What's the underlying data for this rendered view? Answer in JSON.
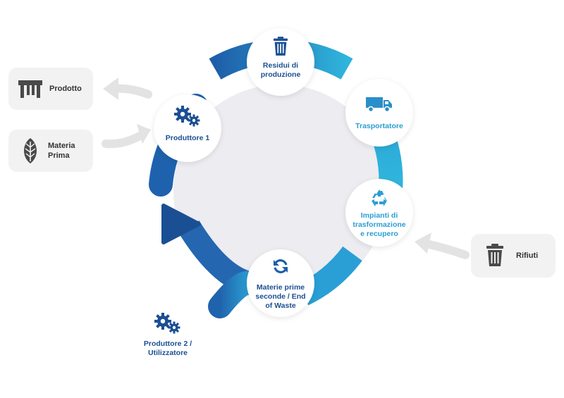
{
  "colors": {
    "dark_blue": "#1b4f93",
    "mid_blue": "#2878c2",
    "light_blue": "#2ab2d9",
    "arrow_gray": "#e3e3e3",
    "card_bg": "#f2f2f2",
    "icon_gray": "#4a4a4a",
    "center_fill": "#ececf1"
  },
  "cycle_nodes": {
    "residui": {
      "label_1": "Residui di",
      "label_2": "produzione",
      "icon": "trash-icon"
    },
    "trasportatore": {
      "label_1": "Trasportatore",
      "icon": "truck-icon"
    },
    "impianti": {
      "label_1": "Impianti di",
      "label_2": "trasformazione",
      "label_3": "e recupero",
      "icon": "recycle-icon"
    },
    "materie": {
      "label_1": "Materie prime",
      "label_2": "seconde / End",
      "label_3": "of Waste",
      "icon": "refresh-icon"
    },
    "produttore1": {
      "label_1": "Produttore 1",
      "icon": "gears-icon"
    }
  },
  "produttore2": {
    "label_1": "Produttore 2 /",
    "label_2": "Utilizzatore",
    "icon": "gears-icon"
  },
  "side_cards": {
    "prodotto": {
      "label_1": "Prodotto",
      "icon": "table-icon"
    },
    "materia_prima": {
      "label_1": "Materia",
      "label_2": "Prima",
      "icon": "leaf-icon"
    },
    "rifiuti": {
      "label_1": "Rifiuti",
      "icon": "trash-icon"
    }
  }
}
